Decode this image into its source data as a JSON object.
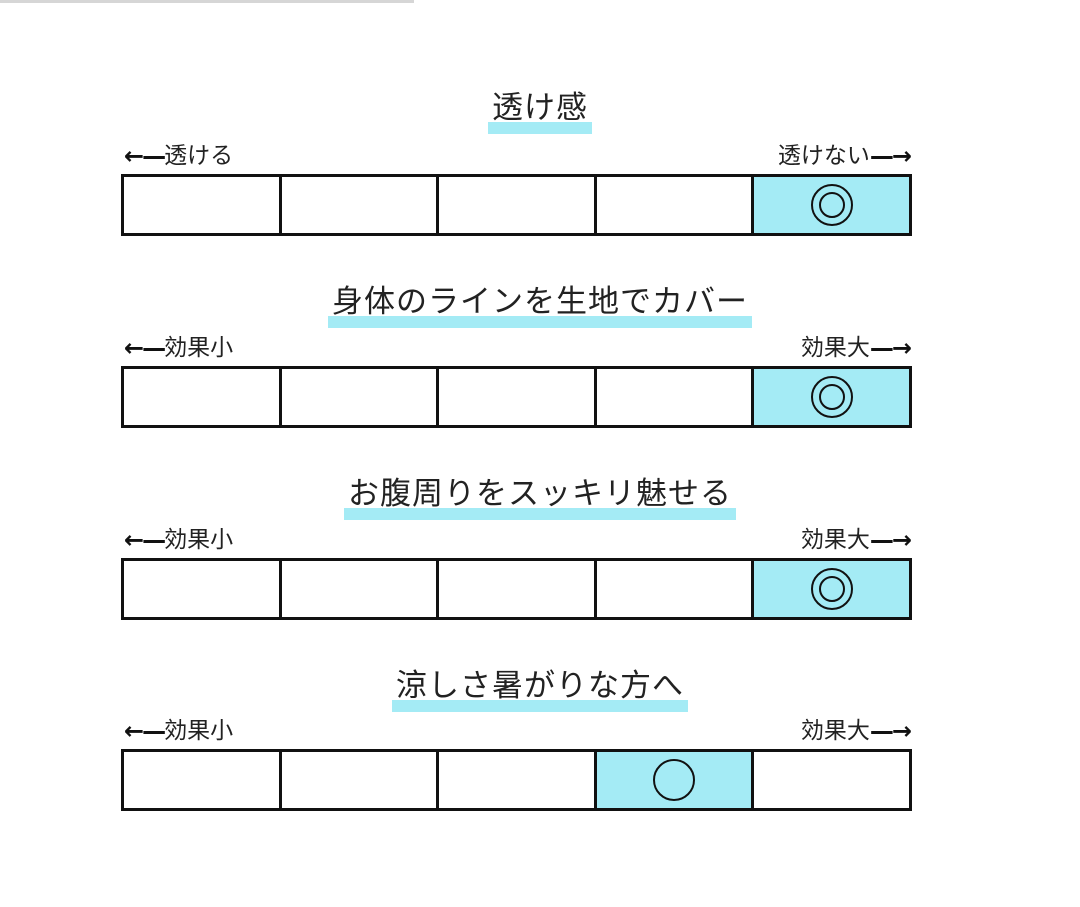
{
  "colors": {
    "highlight": "#a4ebf5",
    "border": "#111111",
    "text": "#222222"
  },
  "scales": [
    {
      "title": "透け感",
      "left_label": "透ける",
      "right_label": "透けない",
      "left_arrow": "←—",
      "right_arrow": "—→",
      "cells": 5,
      "selected_index": 4,
      "mark": "◎"
    },
    {
      "title": "身体のラインを生地でカバー",
      "left_label": "効果小",
      "right_label": "効果大",
      "left_arrow": "←—",
      "right_arrow": "—→",
      "cells": 5,
      "selected_index": 4,
      "mark": "◎"
    },
    {
      "title": "お腹周りをスッキリ魅せる",
      "left_label": "効果小",
      "right_label": "効果大",
      "left_arrow": "←—",
      "right_arrow": "—→",
      "cells": 5,
      "selected_index": 4,
      "mark": "◎"
    },
    {
      "title": "涼しさ暑がりな方へ",
      "left_label": "効果小",
      "right_label": "効果大",
      "left_arrow": "←—",
      "right_arrow": "—→",
      "cells": 5,
      "selected_index": 3,
      "mark": "○"
    }
  ]
}
